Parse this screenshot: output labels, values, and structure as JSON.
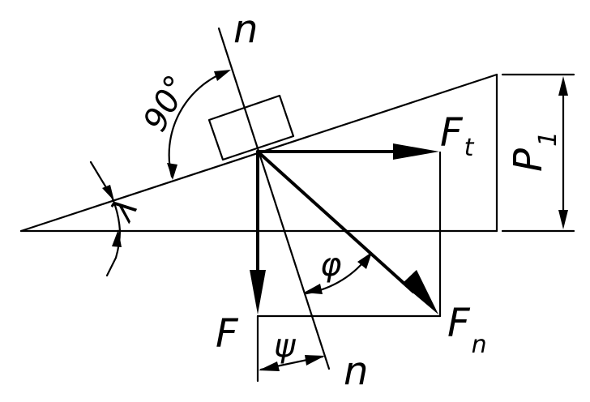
{
  "labels": {
    "normal_top": "n",
    "normal_bottom": "n",
    "right_angle": "90°",
    "incline_angle": "λ",
    "force": "F",
    "force_t_main": "F",
    "force_t_sub": "t",
    "force_n_main": "F",
    "force_n_sub": "n",
    "phi": "φ",
    "psi": "ψ",
    "p_main": "P",
    "p_sub": "1"
  },
  "colors": {
    "ink": "#000000",
    "background": "#ffffff"
  }
}
